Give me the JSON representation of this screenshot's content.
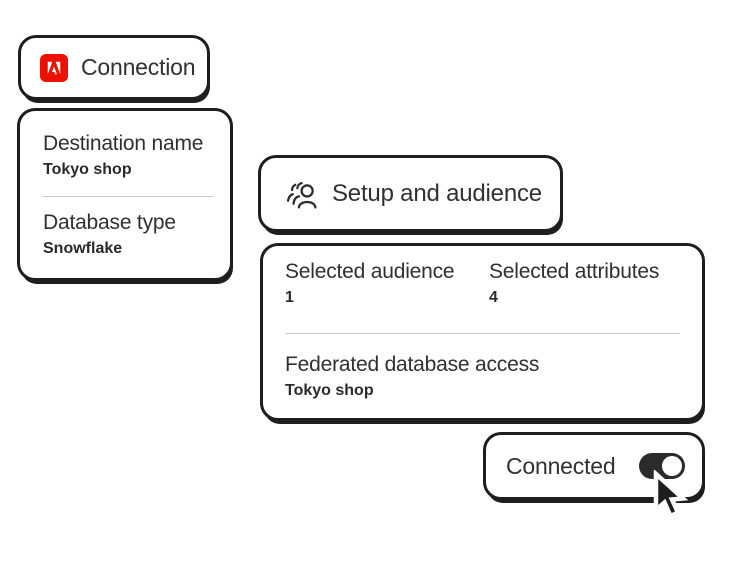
{
  "colors": {
    "background": "#ffffff",
    "card_background": "#ffffff",
    "card_border": "#1e1e1e",
    "text": "#2d2d2d",
    "divider": "#c9c9c9",
    "adobe_red": "#eb1000",
    "toggle_on": "#2b2b2b",
    "toggle_knob": "#ffffff"
  },
  "connection_card": {
    "title": "Connection",
    "icon": "adobe-logo"
  },
  "details_card": {
    "fields": [
      {
        "label": "Destination name",
        "value": "Tokyo shop"
      },
      {
        "label": "Database type",
        "value": "Snowflake"
      }
    ]
  },
  "setup_card": {
    "title": "Setup and audience",
    "icon": "audience-icon"
  },
  "summary_card": {
    "stats": [
      {
        "label": "Selected audience",
        "value": "1"
      },
      {
        "label": "Selected attributes",
        "value": "4"
      }
    ],
    "field": {
      "label": "Federated database access",
      "value": "Tokyo shop"
    }
  },
  "status_card": {
    "label": "Connected",
    "toggle_state": "on"
  }
}
